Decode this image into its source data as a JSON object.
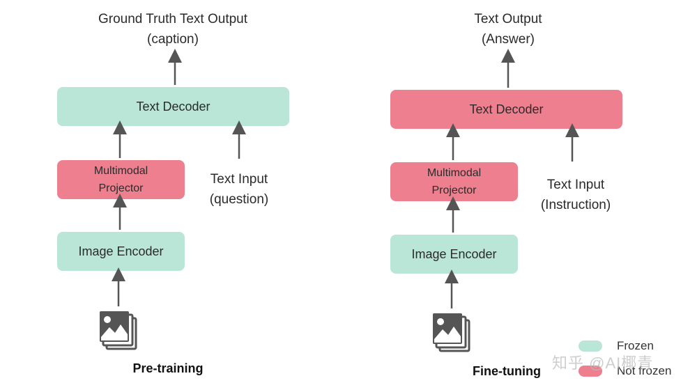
{
  "colors": {
    "frozen": "#b9e6d6",
    "not_frozen": "#ee7f8f",
    "arrow": "#555555"
  },
  "left_panel": {
    "output_line1": "Ground Truth Text Output",
    "output_line2": "(caption)",
    "text_decoder": "Text Decoder",
    "projector_line1": "Multimodal",
    "projector_line2": "Projector",
    "text_input_line1": "Text Input",
    "text_input_line2": "(question)",
    "image_encoder": "Image Encoder",
    "image_icon": "image-stack-icon",
    "caption": "Pre-training"
  },
  "right_panel": {
    "output_line1": "Text Output",
    "output_line2": "(Answer)",
    "text_decoder": "Text Decoder",
    "projector_line1": "Multimodal",
    "projector_line2": "Projector",
    "text_input_line1": "Text Input",
    "text_input_line2": "(Instruction)",
    "image_encoder": "Image Encoder",
    "image_icon": "image-stack-icon",
    "caption": "Fine-tuning"
  },
  "legend": {
    "frozen_label": "Frozen",
    "not_frozen_label": "Not frozen"
  },
  "watermark": "知乎 @AI椰青"
}
